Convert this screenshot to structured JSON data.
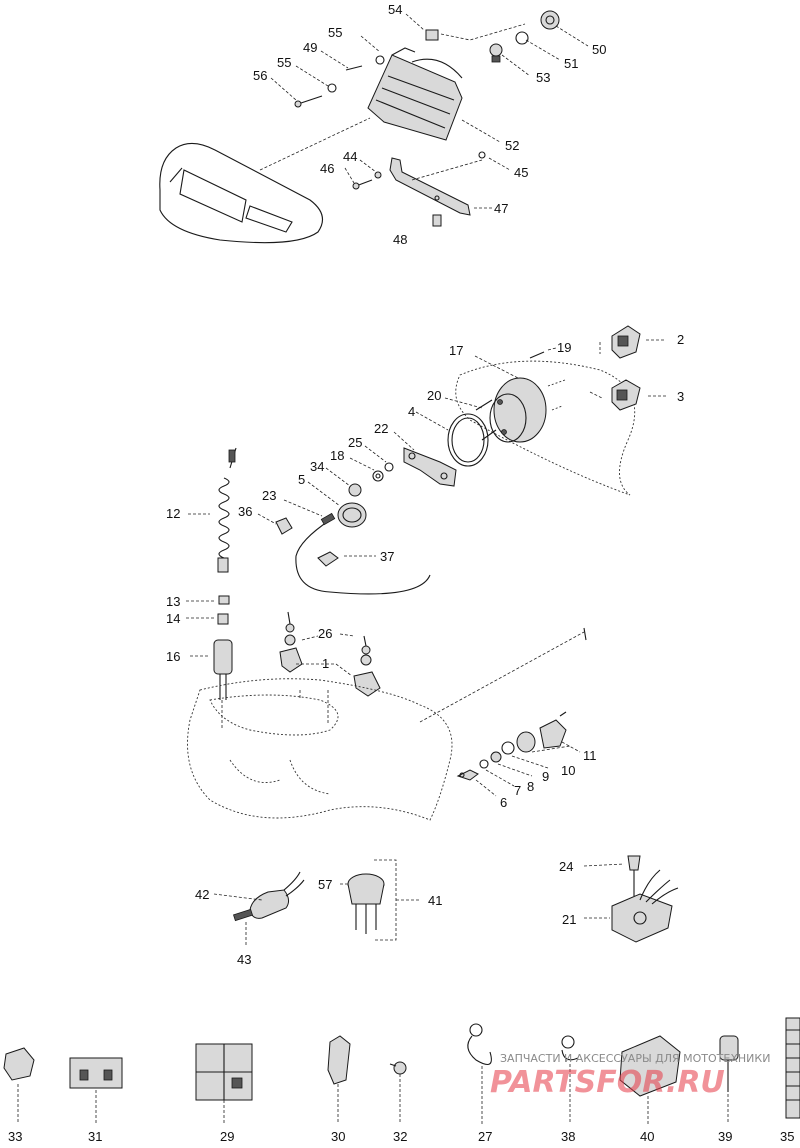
{
  "labels": {
    "l1": "1",
    "l2": "2",
    "l3": "3",
    "l4": "4",
    "l5": "5",
    "l6": "6",
    "l7": "7",
    "l8": "8",
    "l9": "9",
    "l10": "10",
    "l11": "11",
    "l12": "12",
    "l13": "13",
    "l14": "14",
    "l16": "16",
    "l17": "17",
    "l18": "18",
    "l19": "19",
    "l20": "20",
    "l21": "21",
    "l22": "22",
    "l23": "23",
    "l24": "24",
    "l25": "25",
    "l26": "26",
    "l27": "27",
    "l29": "29",
    "l30": "30",
    "l31": "31",
    "l32": "32",
    "l33": "33",
    "l34": "34",
    "l35": "35",
    "l36": "36",
    "l37": "37",
    "l38": "38",
    "l39": "39",
    "l40": "40",
    "l41": "41",
    "l42": "42",
    "l43": "43",
    "l44": "44",
    "l45": "45",
    "l46": "46",
    "l47": "47",
    "l48": "48",
    "l49": "49",
    "l50": "50",
    "l51": "51",
    "l52": "52",
    "l53": "53",
    "l54": "54",
    "l55a": "55",
    "l55b": "55",
    "l56": "56",
    "l57": "57"
  },
  "watermark": {
    "caption": "ЗАПЧАСТИ И АКСЕССУАРЫ ДЛЯ МОТОТЕХНИКИ",
    "brand": "PARTSFOR.RU",
    "brand_color": "#e63946"
  }
}
